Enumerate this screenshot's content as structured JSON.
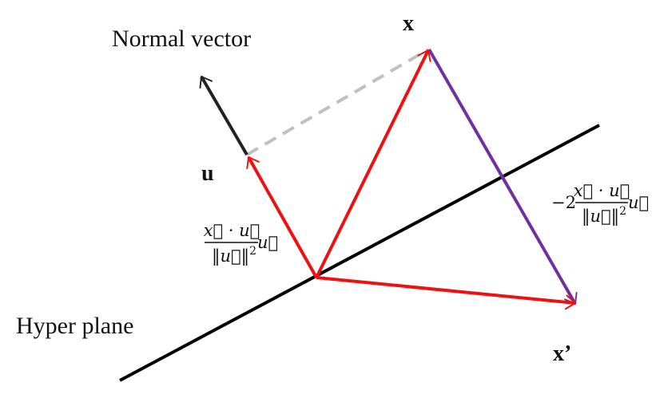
{
  "labels": {
    "normal_vector": "Normal vector",
    "hyper_plane": "Hyper plane",
    "x": "x",
    "u": "u",
    "x_prime": "x’"
  },
  "formulas": {
    "projection": {
      "numerator": "x⃗ · u⃗",
      "denominator": "‖u⃗‖",
      "exponent": "2",
      "trailing": "u⃗"
    },
    "reflection_offset": {
      "prefix": "−2",
      "numerator": "x⃗ · u⃗",
      "denominator": "‖u⃗‖",
      "exponent": "2",
      "trailing": "u⃗"
    }
  },
  "colors": {
    "plane": "#000000",
    "normal": "#222222",
    "vector": "#ee1111",
    "offset": "#7030a0",
    "dashed": "#c0c0c0"
  }
}
